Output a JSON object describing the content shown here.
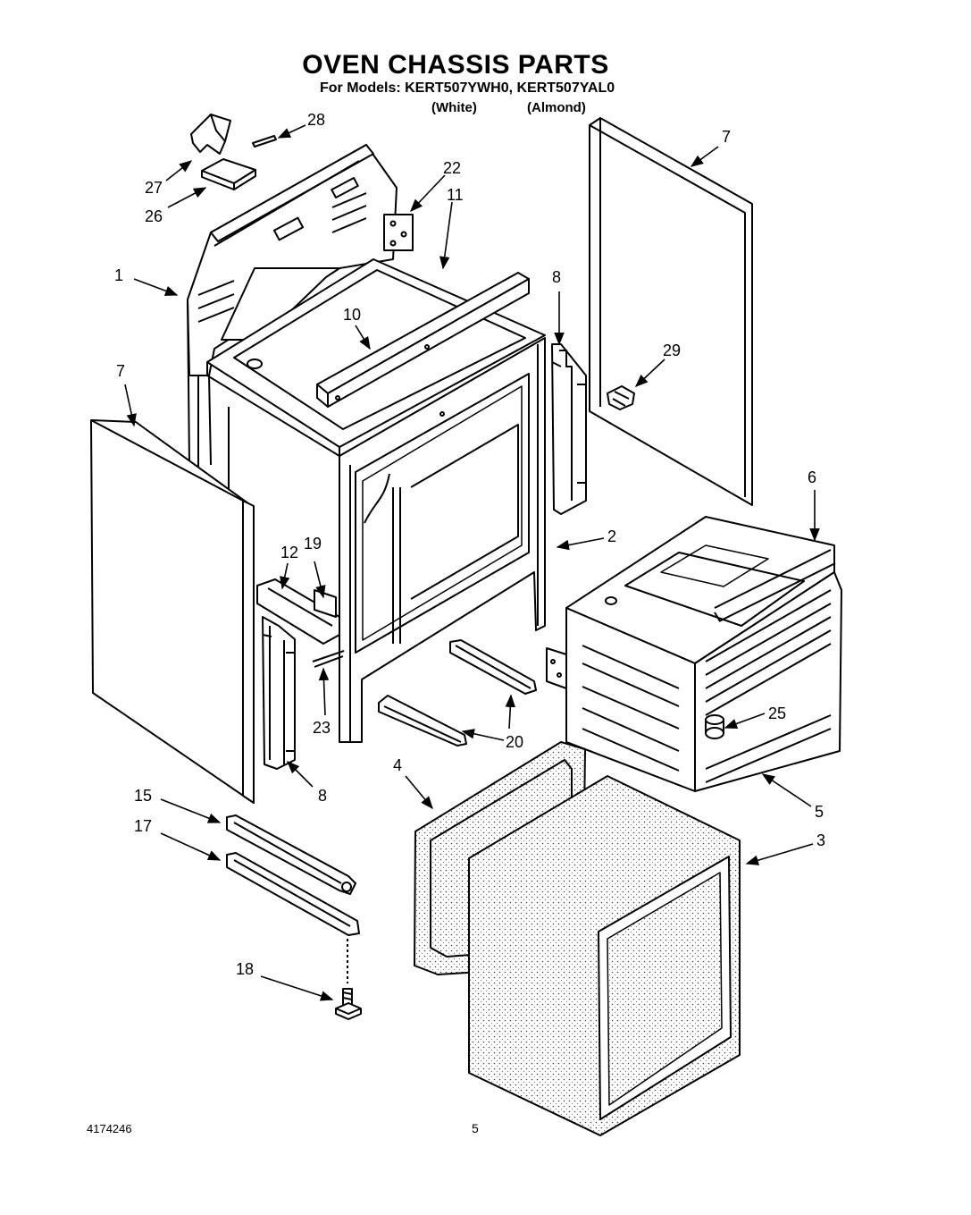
{
  "header": {
    "title": "OVEN CHASSIS PARTS",
    "models_line": "For Models: KERT507YWH0, KERT507YAL0",
    "variant_white": "(White)",
    "variant_almond": "(Almond)"
  },
  "footer": {
    "doc_number": "4174246",
    "page_number": "5"
  },
  "callouts": {
    "c1": "1",
    "c2": "2",
    "c3": "3",
    "c4": "4",
    "c5": "5",
    "c6": "6",
    "c7a": "7",
    "c7b": "7",
    "c8a": "8",
    "c8b": "8",
    "c10": "10",
    "c11": "11",
    "c12": "12",
    "c15": "15",
    "c17": "17",
    "c18": "18",
    "c19": "19",
    "c20": "20",
    "c22": "22",
    "c23": "23",
    "c25": "25",
    "c26": "26",
    "c27": "27",
    "c28": "28",
    "c29": "29"
  },
  "colors": {
    "ink": "#000000",
    "paper": "#ffffff",
    "insulation": "#d9d9d9"
  }
}
